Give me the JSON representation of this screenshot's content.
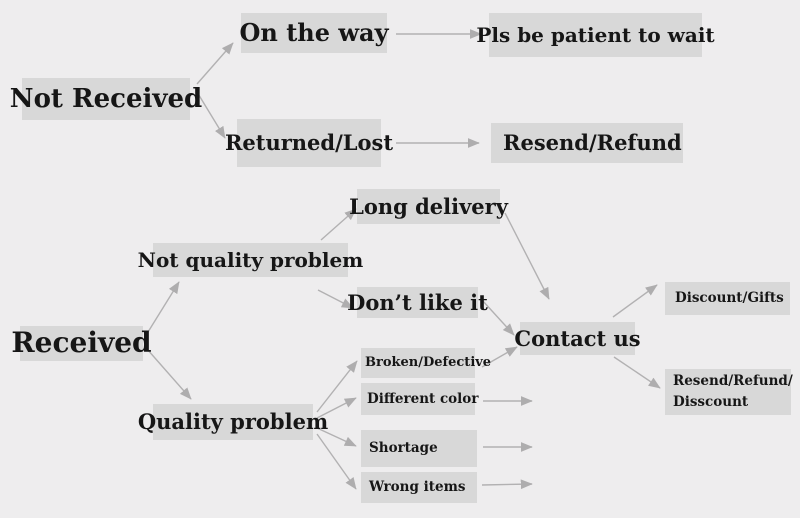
{
  "diagram": {
    "title": "after-sale customer service flowchart",
    "colors": {
      "background": "#eeedee",
      "node_fill": "#d8d8d8",
      "text": "#161616",
      "arrow": "#b2b1b2"
    },
    "nodes": {
      "not_received": {
        "label": "Not Received"
      },
      "on_the_way": {
        "label": "On the way"
      },
      "pls_be_patient": {
        "label": "Pls be patient to wait"
      },
      "returned_lost": {
        "label": "Returned/Lost"
      },
      "resend_refund": {
        "label": "Resend/Refund"
      },
      "received": {
        "label": "Received"
      },
      "not_quality_problem": {
        "label": "Not quality problem"
      },
      "long_delivery": {
        "label": "Long delivery"
      },
      "dont_like_it": {
        "label": "Don’t like it"
      },
      "quality_problem": {
        "label": "Quality problem"
      },
      "broken_defective": {
        "label": "Broken/Defective"
      },
      "different_color": {
        "label": "Different color"
      },
      "shortage": {
        "label": "Shortage"
      },
      "wrong_items": {
        "label": "Wrong items"
      },
      "contact_us": {
        "label": "Contact us"
      },
      "discount_gifts": {
        "label": "Discount/Gifts"
      },
      "resend_refund_disscount": {
        "label_line1": "Resend/Refund/",
        "label_line2": "Disscount"
      }
    },
    "edges": [
      {
        "from": "not_received",
        "to": "on_the_way"
      },
      {
        "from": "not_received",
        "to": "returned_lost"
      },
      {
        "from": "on_the_way",
        "to": "pls_be_patient"
      },
      {
        "from": "returned_lost",
        "to": "resend_refund"
      },
      {
        "from": "received",
        "to": "not_quality_problem"
      },
      {
        "from": "received",
        "to": "quality_problem"
      },
      {
        "from": "not_quality_problem",
        "to": "long_delivery"
      },
      {
        "from": "not_quality_problem",
        "to": "dont_like_it"
      },
      {
        "from": "long_delivery",
        "to": "contact_us"
      },
      {
        "from": "dont_like_it",
        "to": "contact_us"
      },
      {
        "from": "quality_problem",
        "to": "broken_defective"
      },
      {
        "from": "quality_problem",
        "to": "different_color"
      },
      {
        "from": "quality_problem",
        "to": "shortage"
      },
      {
        "from": "quality_problem",
        "to": "wrong_items"
      },
      {
        "from": "broken_defective",
        "to": "contact_us"
      },
      {
        "from": "different_color",
        "to": ""
      },
      {
        "from": "shortage",
        "to": ""
      },
      {
        "from": "wrong_items",
        "to": ""
      },
      {
        "from": "contact_us",
        "to": "discount_gifts"
      },
      {
        "from": "contact_us",
        "to": "resend_refund_disscount"
      }
    ]
  }
}
